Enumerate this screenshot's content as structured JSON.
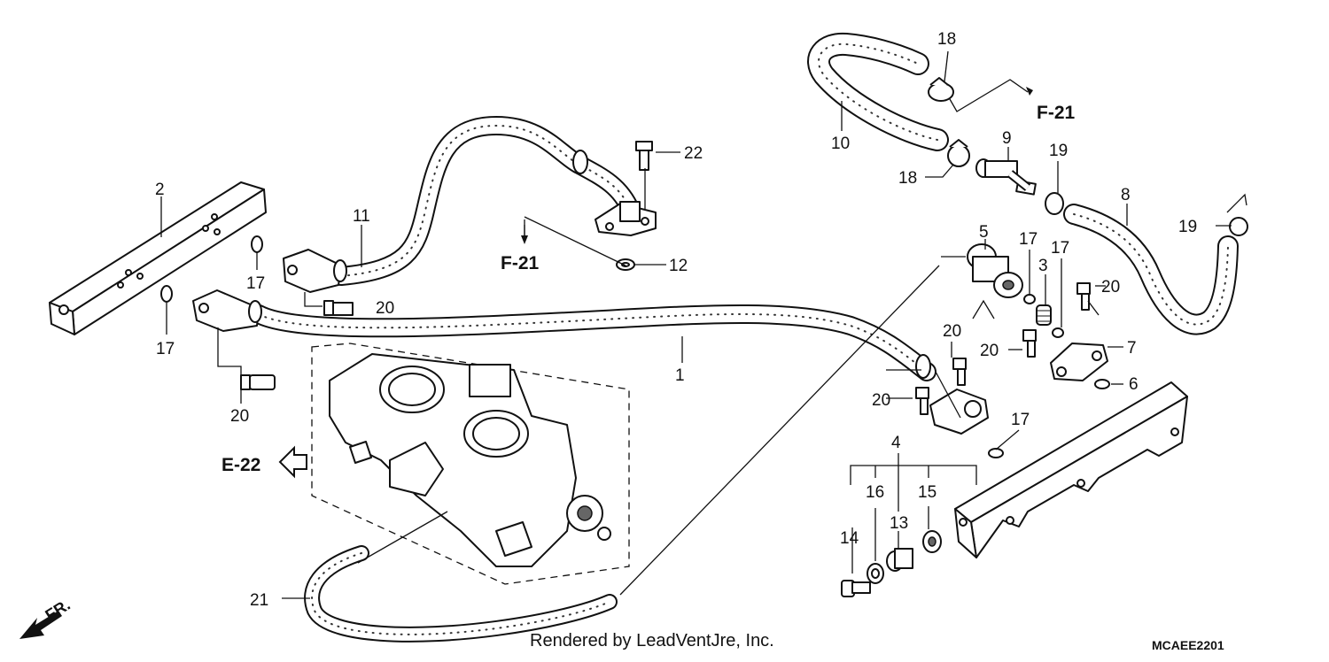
{
  "callouts": [
    {
      "id": "c1",
      "text": "1"
    },
    {
      "id": "c2",
      "text": "2"
    },
    {
      "id": "c3",
      "text": "3"
    },
    {
      "id": "c4",
      "text": "4"
    },
    {
      "id": "c5",
      "text": "5"
    },
    {
      "id": "c6",
      "text": "6"
    },
    {
      "id": "c7",
      "text": "7"
    },
    {
      "id": "c8",
      "text": "8"
    },
    {
      "id": "c9",
      "text": "9"
    },
    {
      "id": "c10",
      "text": "10"
    },
    {
      "id": "c11",
      "text": "11"
    },
    {
      "id": "c12",
      "text": "12"
    },
    {
      "id": "c13",
      "text": "13"
    },
    {
      "id": "c14",
      "text": "14"
    },
    {
      "id": "c15",
      "text": "15"
    },
    {
      "id": "c16",
      "text": "16"
    },
    {
      "id": "c17a",
      "text": "17"
    },
    {
      "id": "c17b",
      "text": "17"
    },
    {
      "id": "c17c",
      "text": "17"
    },
    {
      "id": "c17d",
      "text": "17"
    },
    {
      "id": "c17e",
      "text": "17"
    },
    {
      "id": "c18a",
      "text": "18"
    },
    {
      "id": "c18b",
      "text": "18"
    },
    {
      "id": "c19a",
      "text": "19"
    },
    {
      "id": "c19b",
      "text": "19"
    },
    {
      "id": "c20a",
      "text": "20"
    },
    {
      "id": "c20b",
      "text": "20"
    },
    {
      "id": "c20c",
      "text": "20"
    },
    {
      "id": "c20d",
      "text": "20"
    },
    {
      "id": "c20e",
      "text": "20"
    },
    {
      "id": "c20f",
      "text": "20"
    },
    {
      "id": "c21",
      "text": "21"
    },
    {
      "id": "c22",
      "text": "22"
    }
  ],
  "references": {
    "f21_left": "F-21",
    "f21_right": "F-21",
    "e22": "E-22",
    "front": "FR."
  },
  "footer": {
    "credit": "Rendered by LeadVentJre, Inc.",
    "diagram_code": "MCAEE2201"
  }
}
